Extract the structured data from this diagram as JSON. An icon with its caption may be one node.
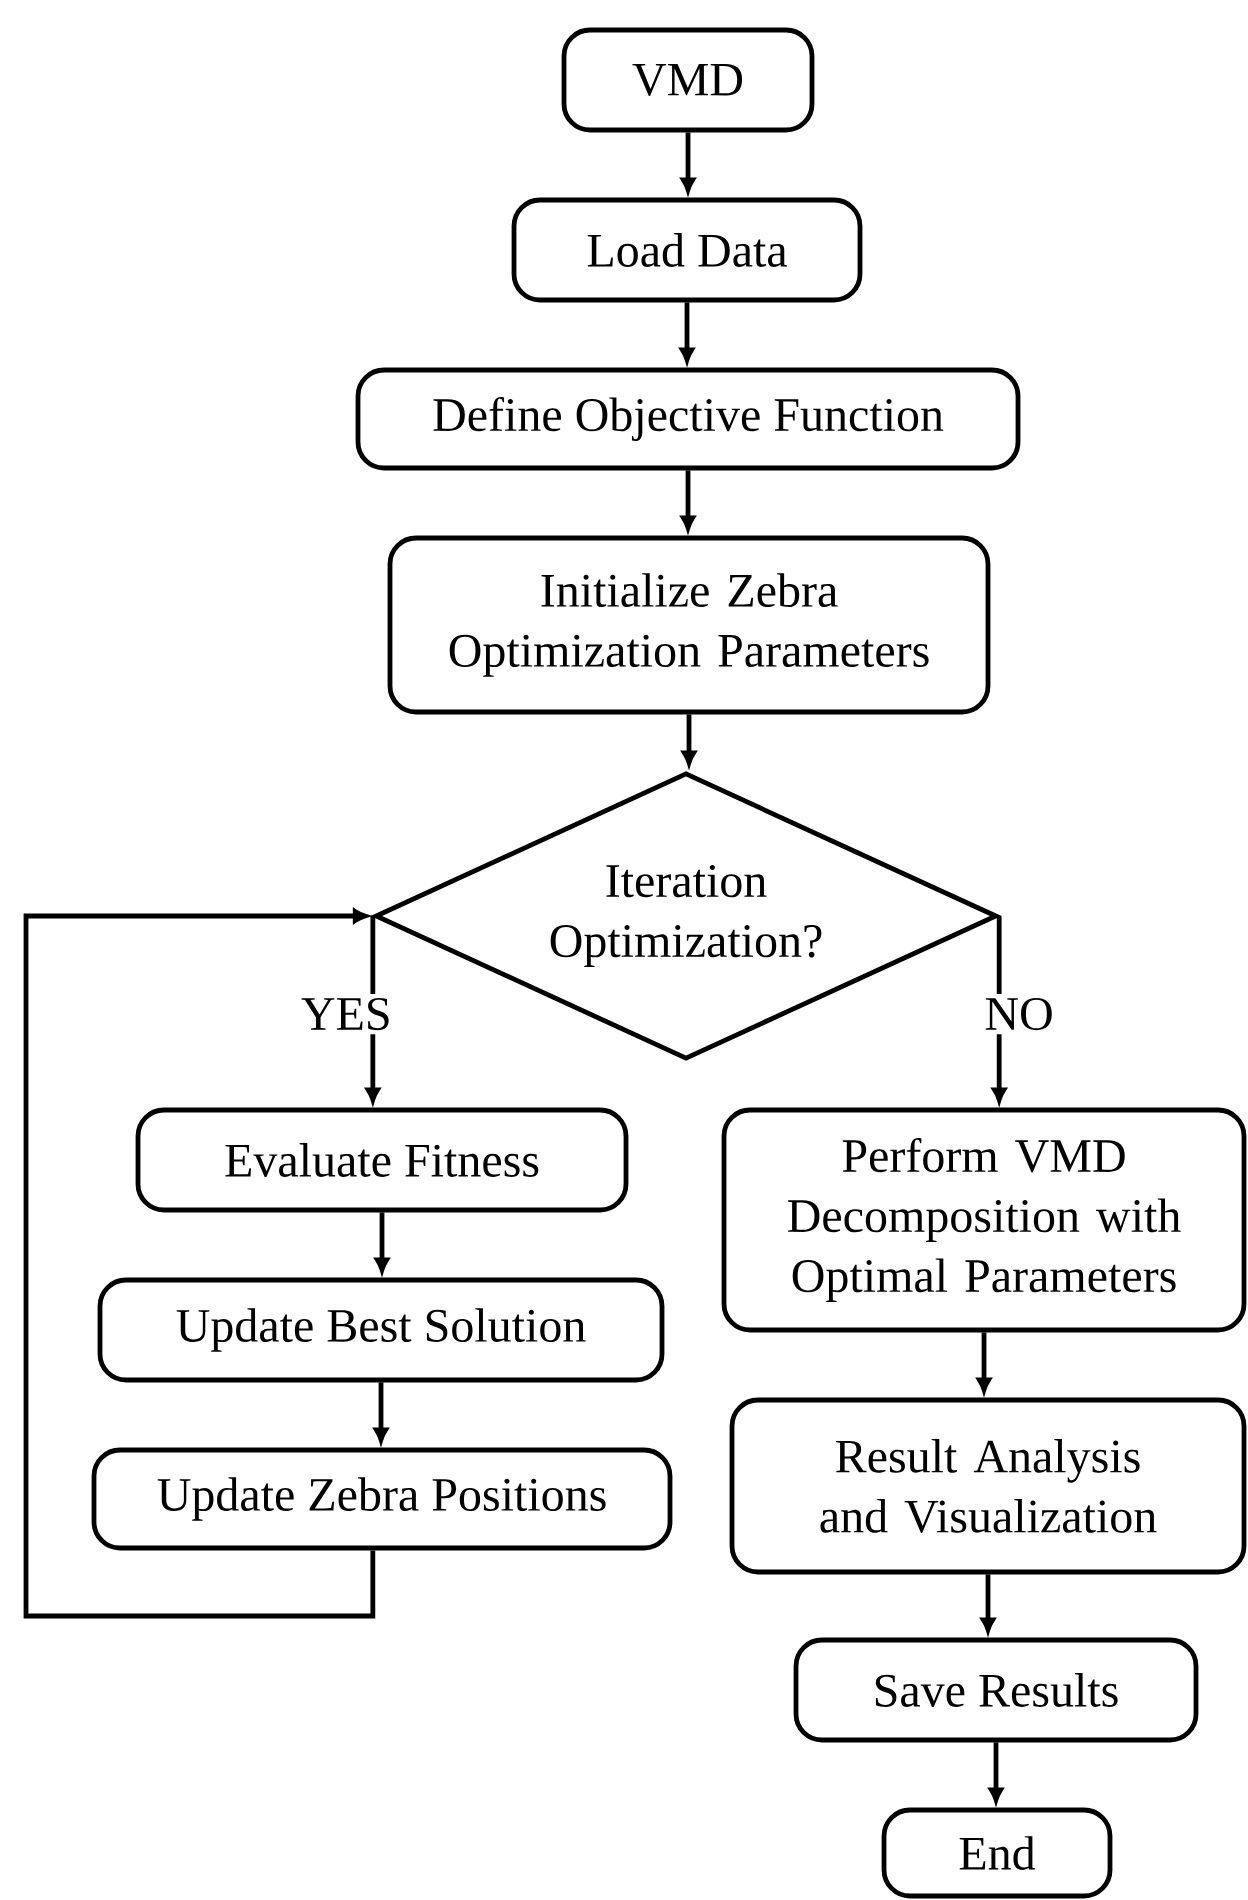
{
  "diagram": {
    "nodes": [
      {
        "text": [
          "VMD"
        ]
      },
      {
        "text": [
          "Load Data"
        ]
      },
      {
        "text": [
          "Define Objective Function"
        ]
      },
      {
        "text": [
          "Initialize Zebra Optimization Parameters"
        ]
      },
      {
        "text": [
          "Iteration Optimization?"
        ]
      },
      {
        "text": [
          "Evaluate Fitness"
        ]
      },
      {
        "text": [
          "Update Best Solution"
        ]
      },
      {
        "text": [
          "Update Zebra Positions"
        ]
      },
      {
        "text": [
          "Perform VMD Decomposition with Optimal Parameters"
        ]
      },
      {
        "text": [
          "Result Analysis and Visualization"
        ]
      },
      {
        "text": [
          "Save Results"
        ]
      },
      {
        "text": [
          "End"
        ]
      }
    ],
    "edges": [
      {
        "from": 0,
        "to": 1,
        "arrow": "to"
      },
      {
        "from": 1,
        "to": 2,
        "arrow": "to"
      },
      {
        "from": 2,
        "to": 3,
        "arrow": "to"
      },
      {
        "from": 3,
        "to": 4,
        "arrow": "to"
      },
      {
        "from": 4,
        "to": 5,
        "arrow": "to",
        "label": "YES"
      },
      {
        "from": 4,
        "to": 8,
        "arrow": "to",
        "label": "NO"
      },
      {
        "from": 5,
        "to": 6,
        "arrow": "to"
      },
      {
        "from": 6,
        "to": 7,
        "arrow": "to"
      },
      {
        "from": 7,
        "to": 4,
        "arrow": "to"
      },
      {
        "from": 8,
        "to": 9,
        "arrow": "to"
      },
      {
        "from": 9,
        "to": 10,
        "arrow": "to"
      },
      {
        "from": 10,
        "to": 11,
        "arrow": "to"
      }
    ]
  }
}
